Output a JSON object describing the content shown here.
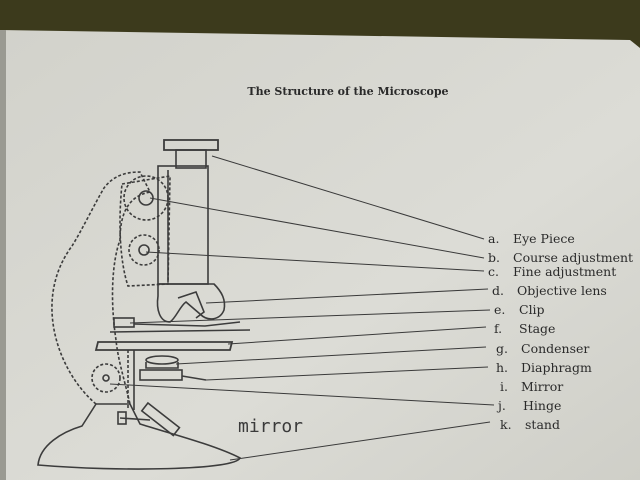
{
  "title": "The Structure of the Microscope",
  "labels": [
    {
      "letter": "a.",
      "text": "Eye Piece"
    },
    {
      "letter": "b.",
      "text": "Course adjustment"
    },
    {
      "letter": "c.",
      "text": "Fine adjustment"
    },
    {
      "letter": "d.",
      "text": "Objective lens"
    },
    {
      "letter": "e.",
      "text": "Clip"
    },
    {
      "letter": "f.",
      "text": "Stage"
    },
    {
      "letter": "g.",
      "text": "Condenser"
    },
    {
      "letter": "h.",
      "text": "Diaphragm"
    },
    {
      "letter": "i.",
      "text": "Mirror"
    },
    {
      "letter": "j.",
      "text": "Hinge"
    },
    {
      "letter": "k.",
      "text": "stand"
    }
  ],
  "handwritten_note": "mirror",
  "colors": {
    "paper": "#d6d6d0",
    "ink": "#3a3a3a",
    "background": "#3c3a1c"
  }
}
